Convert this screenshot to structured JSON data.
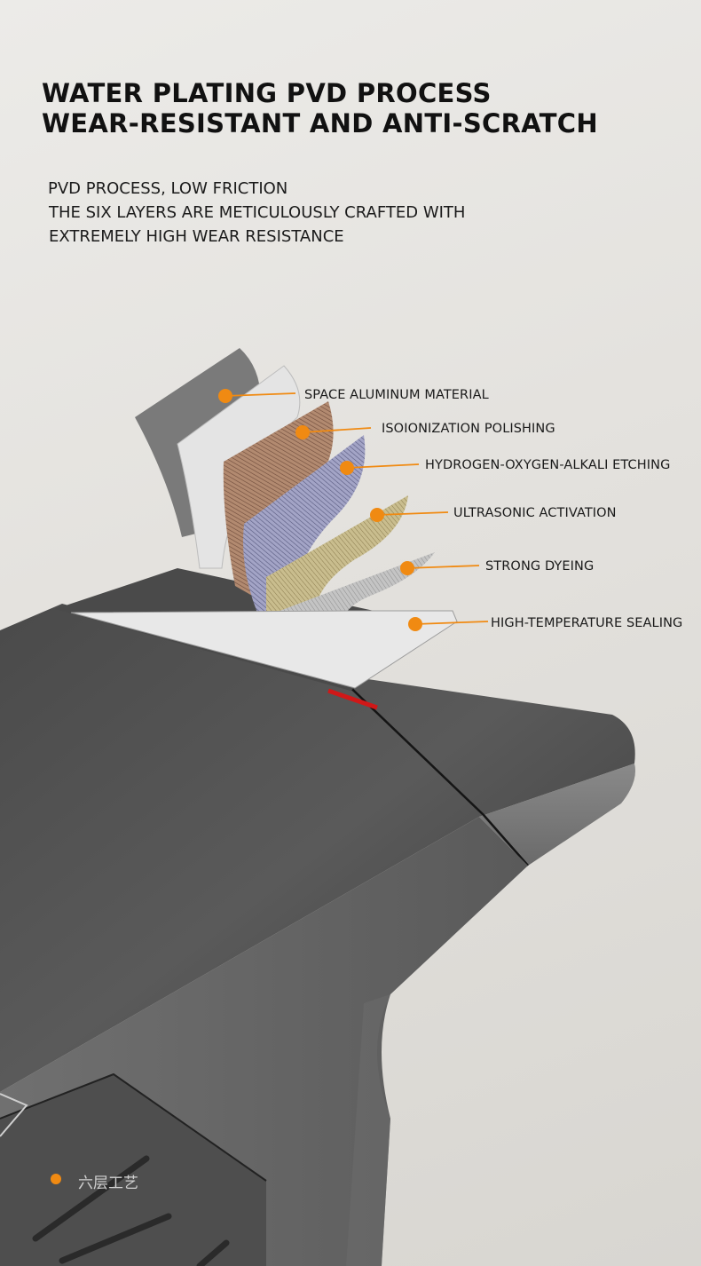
{
  "heading": {
    "line1": "WATER PLATING PVD PROCESS",
    "line2": "WEAR-RESISTANT AND ANTI-SCRATCH"
  },
  "description": {
    "line1": "PVD PROCESS, LOW FRICTION",
    "line2": "THE SIX LAYERS ARE METICULOUSLY CRAFTED WITH",
    "line3": "EXTREMELY HIGH WEAR RESISTANCE"
  },
  "layers": [
    {
      "label": "SPACE ALUMINUM MATERIAL"
    },
    {
      "label": "ISOIONIZATION POLISHING"
    },
    {
      "label": "HYDROGEN-OXYGEN-ALKALI ETCHING"
    },
    {
      "label": "ULTRASONIC ACTIVATION"
    },
    {
      "label": "STRONG DYEING"
    },
    {
      "label": "HIGH-TEMPERATURE SEALING"
    }
  ],
  "caption": "六层工艺",
  "colors": {
    "accent": "#f08a12",
    "surface": "#555555",
    "background": "#e6e4e0"
  }
}
